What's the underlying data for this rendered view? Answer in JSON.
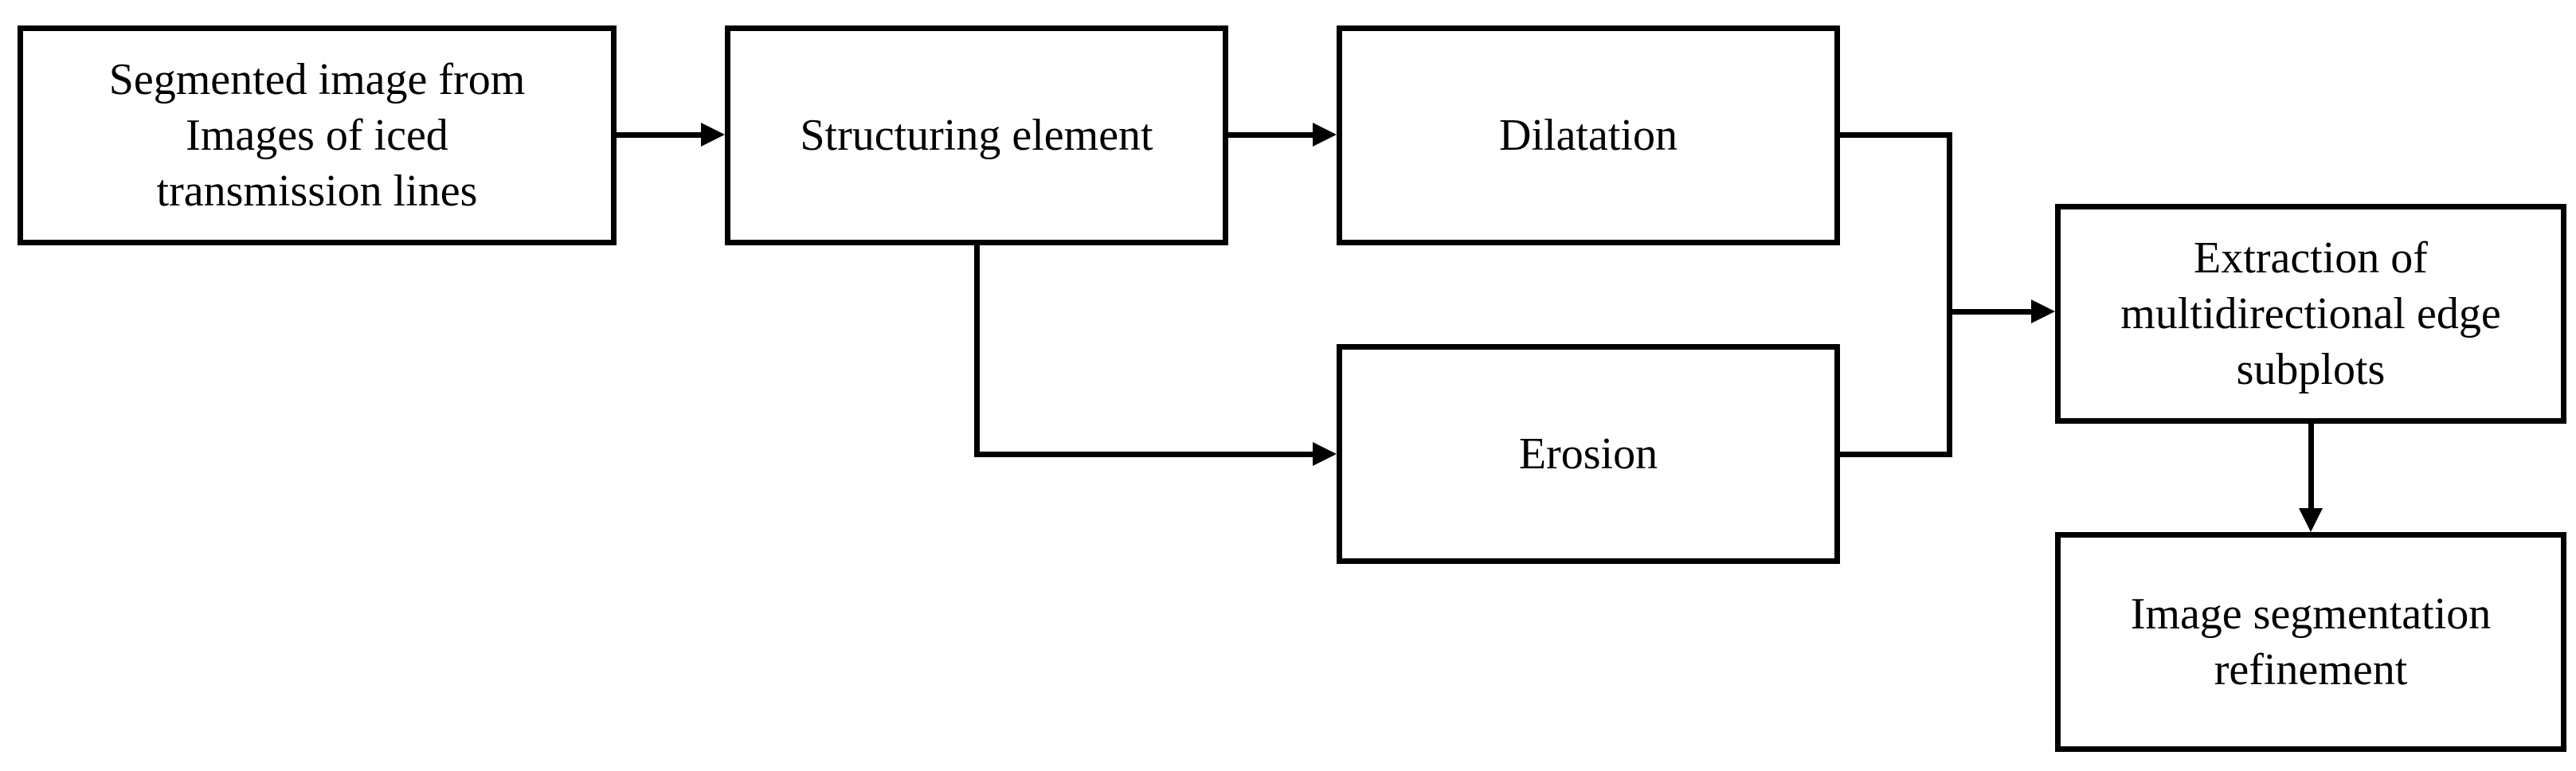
{
  "nodes": {
    "input": {
      "lines": [
        "Segmented image from",
        "Images of iced",
        "transmission lines"
      ]
    },
    "structuring": {
      "lines": [
        "Structuring element"
      ]
    },
    "dilatation": {
      "lines": [
        "Dilatation"
      ]
    },
    "erosion": {
      "lines": [
        "Erosion"
      ]
    },
    "extraction": {
      "lines": [
        "Extraction of",
        "multidirectional edge",
        "subplots"
      ]
    },
    "refinement": {
      "lines": [
        "Image segmentation",
        "refinement"
      ]
    }
  },
  "edges": [
    {
      "from": "input",
      "to": "structuring"
    },
    {
      "from": "structuring",
      "to": "dilatation"
    },
    {
      "from": "structuring",
      "to": "erosion"
    },
    {
      "from": "dilatation",
      "to": "extraction"
    },
    {
      "from": "erosion",
      "to": "extraction"
    },
    {
      "from": "extraction",
      "to": "refinement"
    }
  ],
  "colors": {
    "stroke": "#000000",
    "background": "#ffffff"
  }
}
